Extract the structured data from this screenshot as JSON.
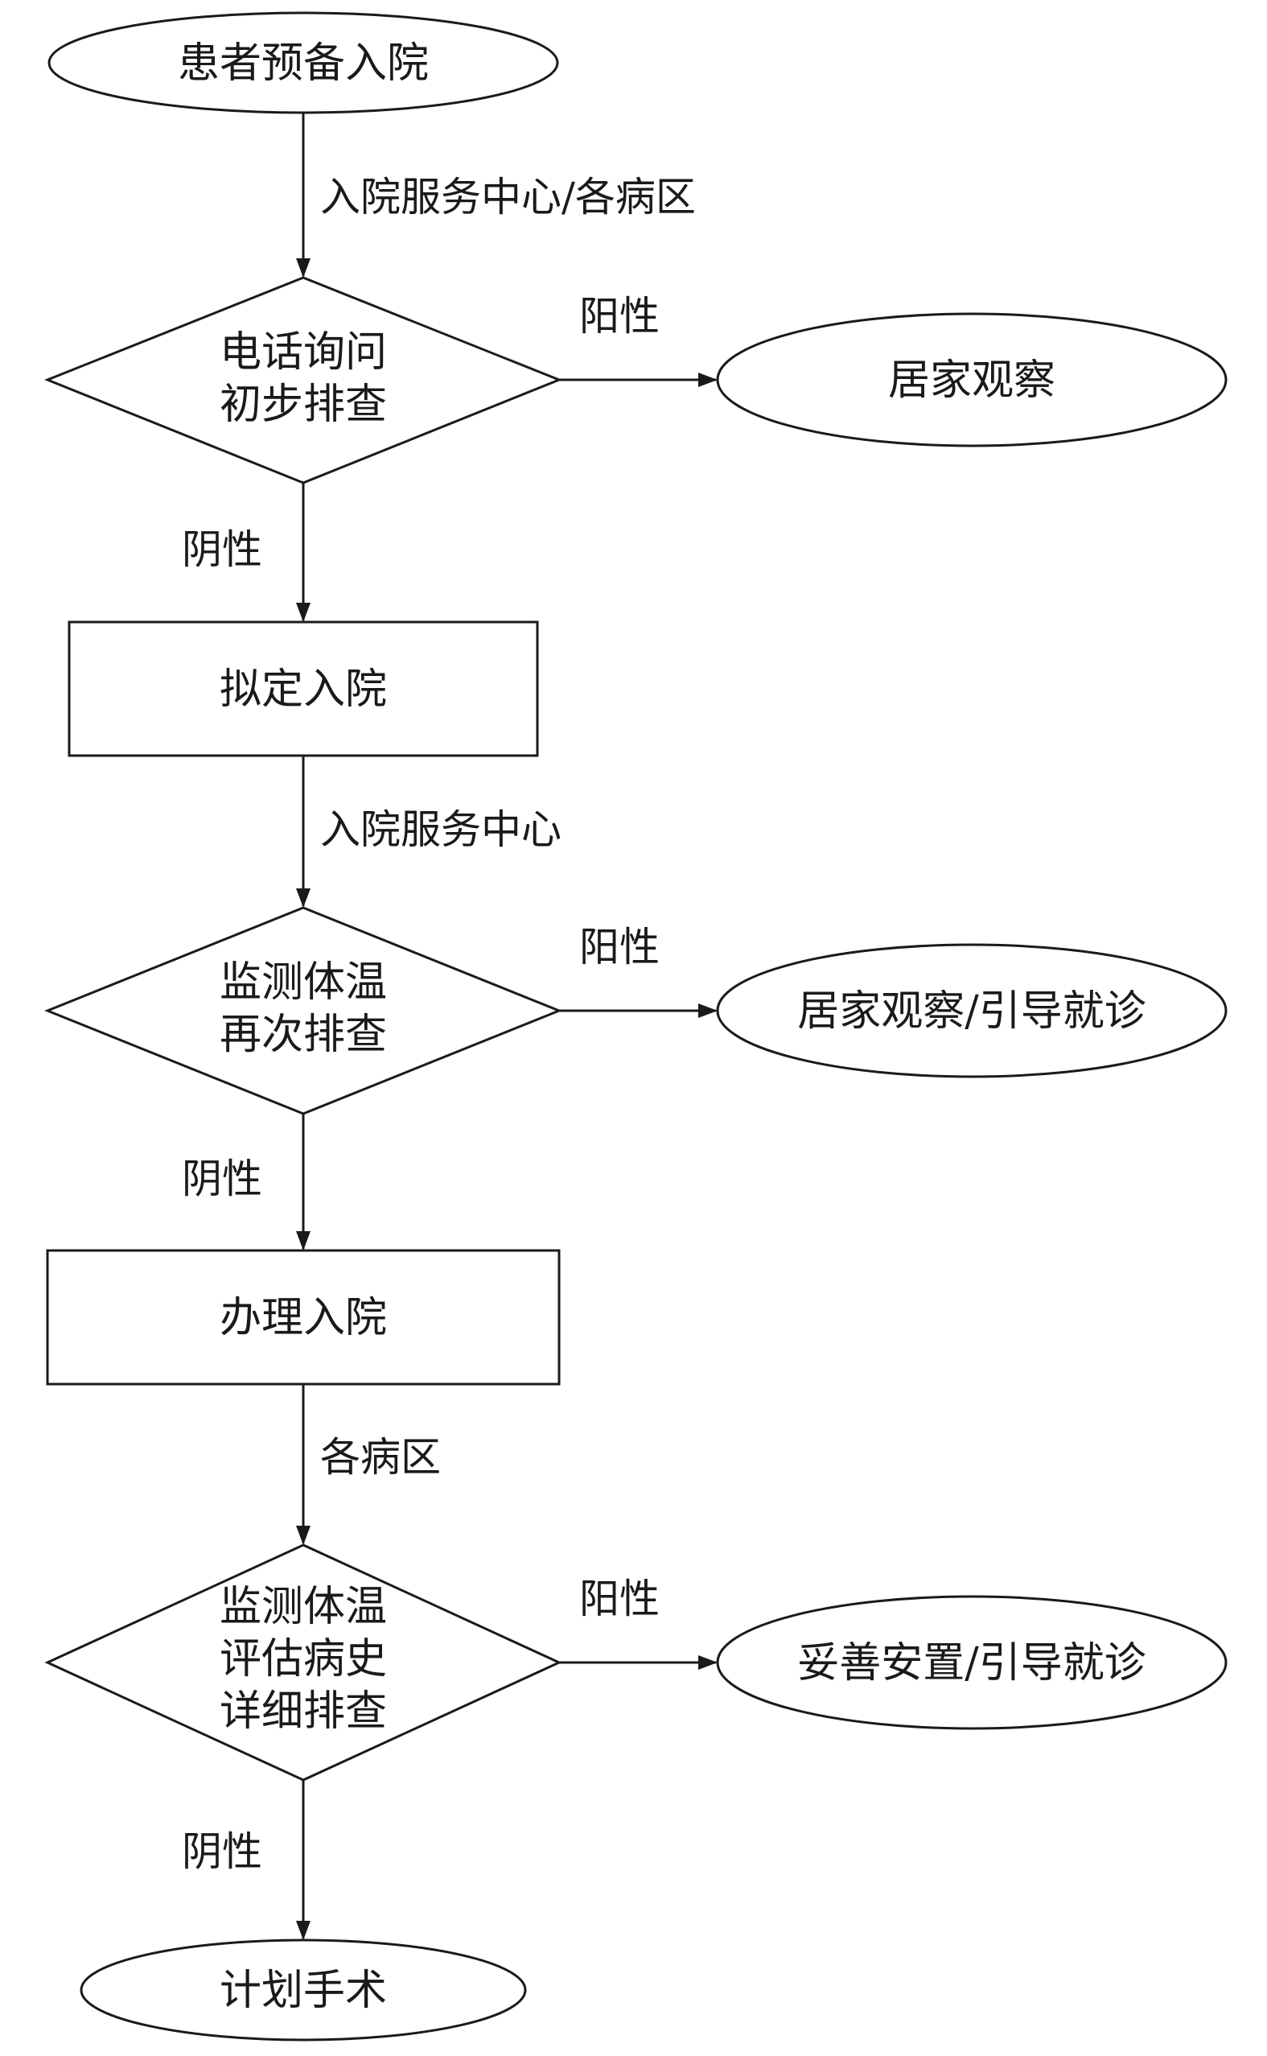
{
  "nodes": {
    "start": "患者预备入院",
    "phone_check": [
      "电话询问",
      "初步排查"
    ],
    "home_observe": "居家观察",
    "plan_admission": "拟定入院",
    "temp_check": [
      "监测体温",
      "再次排查"
    ],
    "home_observe_guide": "居家观察/引导就诊",
    "do_admission": "办理入院",
    "detailed_check": [
      "监测体温",
      "评估病史",
      "详细排查"
    ],
    "settle_guide": "妥善安置/引导就诊",
    "plan_surgery": "计划手术"
  },
  "edges": {
    "e1": "入院服务中心/各病区",
    "e2": "阳性",
    "e3": "阴性",
    "e4": "入院服务中心",
    "e5": "阳性",
    "e6": "阴性",
    "e7": "各病区",
    "e8": "阳性",
    "e9": "阴性"
  }
}
